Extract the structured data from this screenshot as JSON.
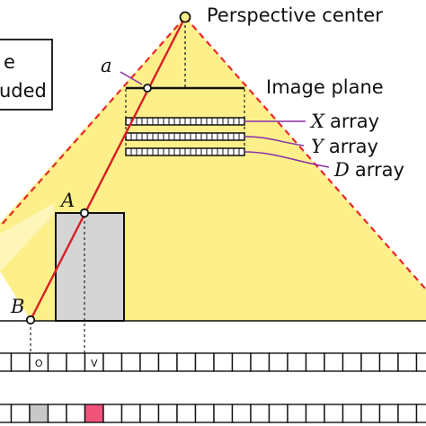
{
  "labels": {
    "perspective_center": "Perspective center",
    "image_plane": "Image plane",
    "point_a_lower": "a",
    "point_a_upper": "A",
    "point_b": "B",
    "x_array_var": "X",
    "y_array_var": "Y",
    "d_array_var": "D",
    "array_word": "array",
    "legend_line1": "e",
    "legend_line2": "uded"
  },
  "array_row1": {
    "cell_count": 24,
    "marks": [
      {
        "cell": 2,
        "text": "O"
      },
      {
        "cell": 5,
        "text": "V"
      }
    ]
  },
  "array_row2": {
    "cell_count": 24,
    "filled": [
      {
        "cell": 2,
        "color": "#c8c8c8"
      },
      {
        "cell": 5,
        "color": "#f0527a"
      }
    ]
  },
  "colors": {
    "frustum_fill": "#fdf08a",
    "occluded_fill": "#fdf6b8",
    "dashed_edge": "#e8282c",
    "ray": "#d81f26",
    "building_fill": "#d5d5d5",
    "callout": "#8a2fa8"
  }
}
